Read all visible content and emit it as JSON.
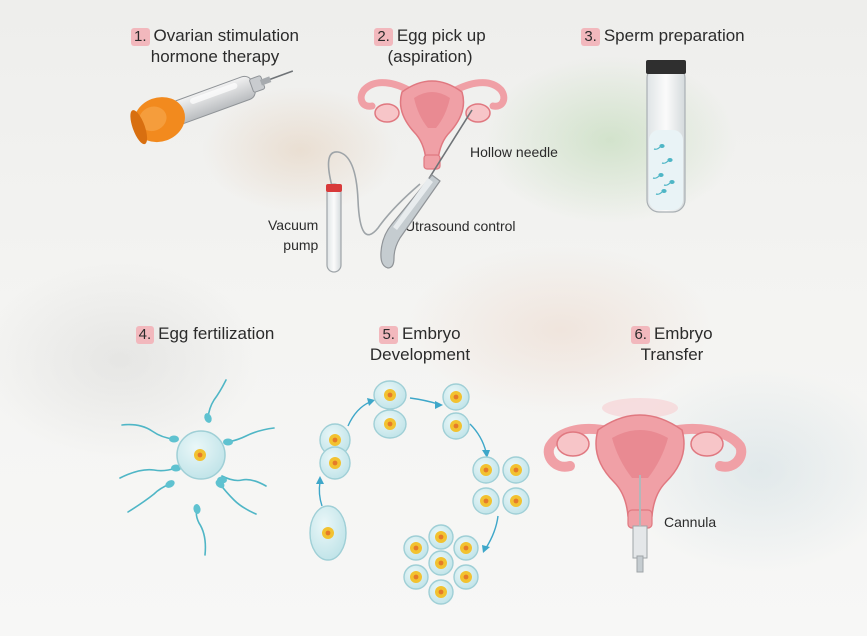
{
  "steps": [
    {
      "number": "1.",
      "title_line1": "Ovarian stimulation",
      "title_line2": "hormone therapy"
    },
    {
      "number": "2.",
      "title_line1": "Egg pick up",
      "title_line2": "(aspiration)"
    },
    {
      "number": "3.",
      "title_line1": "Sperm preparation",
      "title_line2": ""
    },
    {
      "number": "4.",
      "title_line1": "Egg fertilization",
      "title_line2": ""
    },
    {
      "number": "5.",
      "title_line1": "Embryo",
      "title_line2": "Development"
    },
    {
      "number": "6.",
      "title_line1": "Embryo",
      "title_line2": "Transfer"
    }
  ],
  "labels": {
    "hollow_needle": "Hollow needle",
    "vacuum_line1": "Vacuum",
    "vacuum_line2": "pump",
    "ultrasound": "Utrasound control",
    "cannula": "Cannula"
  },
  "colors": {
    "badge": "#f2b8bd",
    "uterus": "#f0a0a6",
    "uterus_dark": "#e07880",
    "cell": "#cfe9ec",
    "cell_outline": "#9fcfd6",
    "nucleus": "#f2c230",
    "nucleus_core": "#e57b2a",
    "injector": "#f28a1e"
  }
}
